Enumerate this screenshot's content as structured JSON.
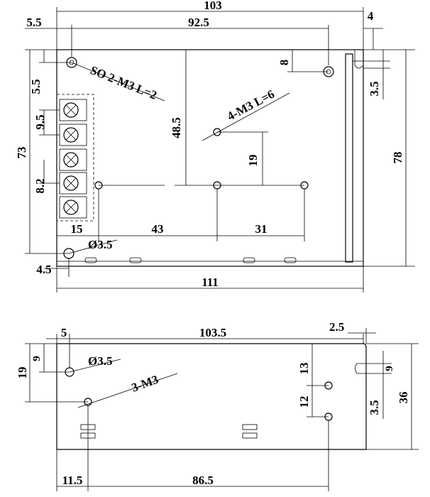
{
  "top_view": {
    "dim_overall_width": "103",
    "dim_hole_spacing": "92.5",
    "dim_left_offset": "5.5",
    "dim_right_flange": "4",
    "dim_top_hole_v": "8",
    "dim_slot": "3.5",
    "dim_left_hole_v": "5.5",
    "dim_terminal_pitch": "9.5",
    "dim_height_73": "73",
    "dim_terminal_span": "8.2",
    "dim_48_5": "48.5",
    "dim_19": "19",
    "dim_15": "15",
    "dim_43": "43",
    "dim_31": "31",
    "dim_hole_dia": "Ø3.5",
    "dim_4_5": "4.5",
    "dim_111": "111",
    "dim_78": "78",
    "label_so_screw": "SO 2-M3  L=2",
    "label_4m3": "4-M3  L=6"
  },
  "side_view": {
    "dim_5": "5",
    "dim_103_5": "103.5",
    "dim_2_5": "2.5",
    "dim_19": "19",
    "dim_9_left": "9",
    "dim_hole_dia": "Ø3.5",
    "label_3m3": "3-M3",
    "dim_13": "13",
    "dim_12": "12",
    "dim_9_right": "9",
    "dim_3_5": "3.5",
    "dim_36": "36",
    "dim_11_5": "11.5",
    "dim_86_5": "86.5"
  }
}
